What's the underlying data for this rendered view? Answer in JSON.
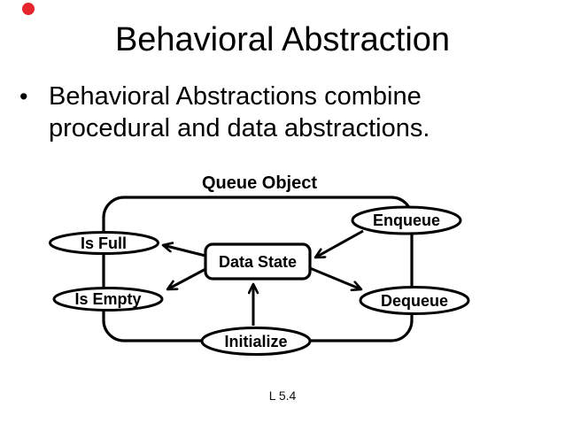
{
  "slide": {
    "title": "Behavioral Abstraction",
    "bullet": {
      "marker": "•",
      "lines": [
        "Behavioral Abstractions combine",
        "procedural and data abstractions."
      ]
    },
    "footer": "L 5.4"
  },
  "diagram": {
    "container_label": "Queue Object",
    "center_node": "Data State",
    "nodes": {
      "is_full": "Is Full",
      "is_empty": "Is Empty",
      "enqueue": "Enqueue",
      "dequeue": "Dequeue",
      "initialize": "Initialize"
    }
  },
  "colors": {
    "ink": "#000000",
    "background": "#ffffff",
    "indicator_red": "#e8252c"
  }
}
